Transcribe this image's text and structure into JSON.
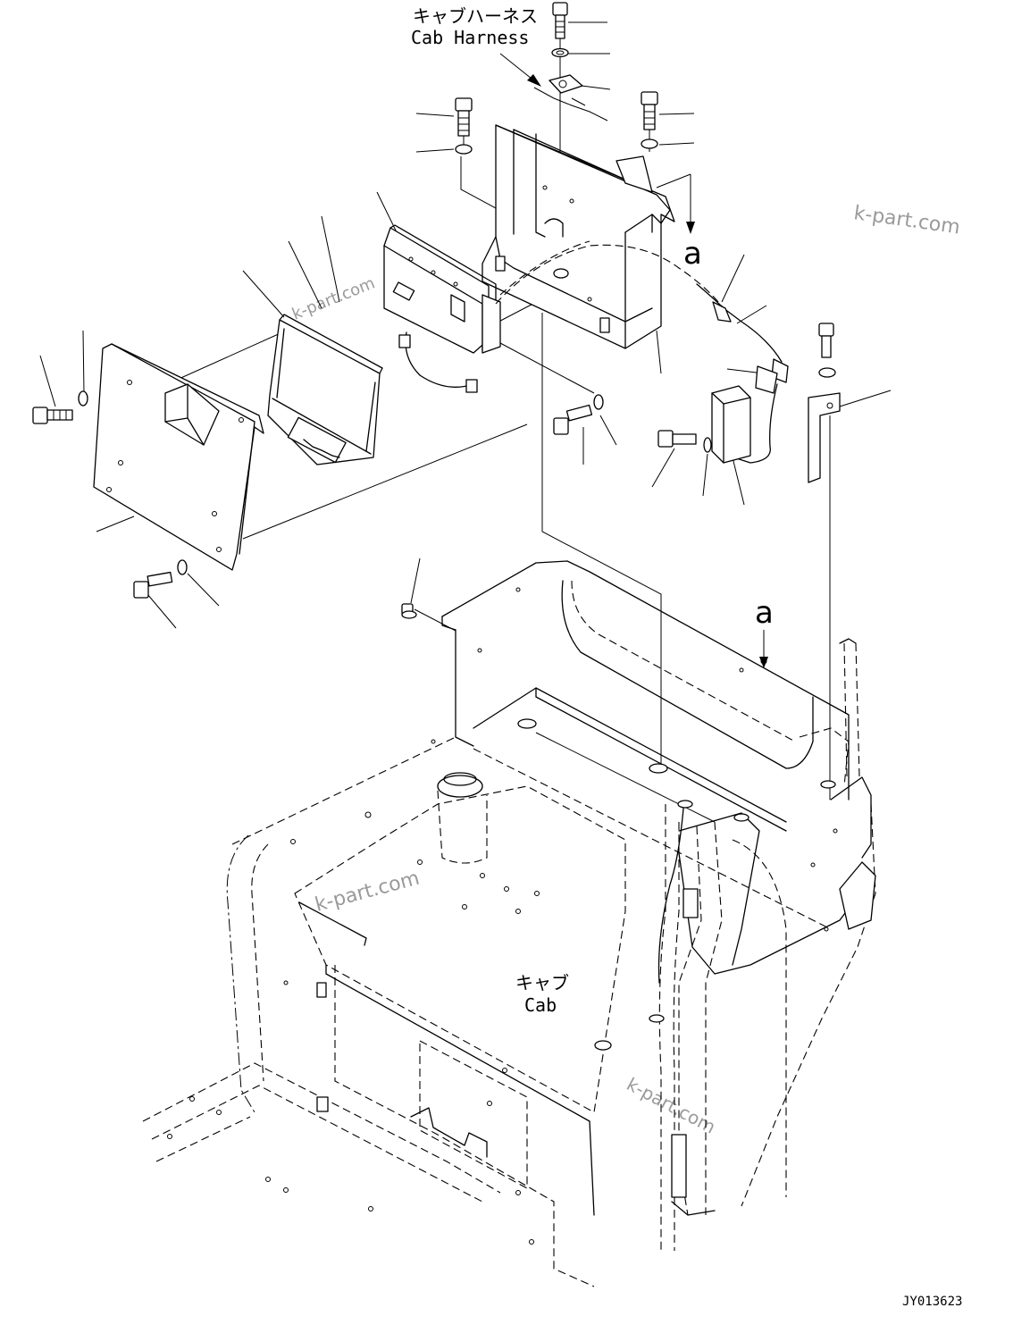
{
  "labels": {
    "cab_harness_jp": "キャブハーネス",
    "cab_harness_en": "Cab Harness",
    "cab_jp": "キャブ",
    "cab_en": "Cab",
    "view_a_top": "a",
    "view_a_mid": "a",
    "drawing_number": "JY013623"
  },
  "watermarks": [
    "k-part.com",
    "k-part.com",
    "k-part.com",
    "k-part.com"
  ]
}
